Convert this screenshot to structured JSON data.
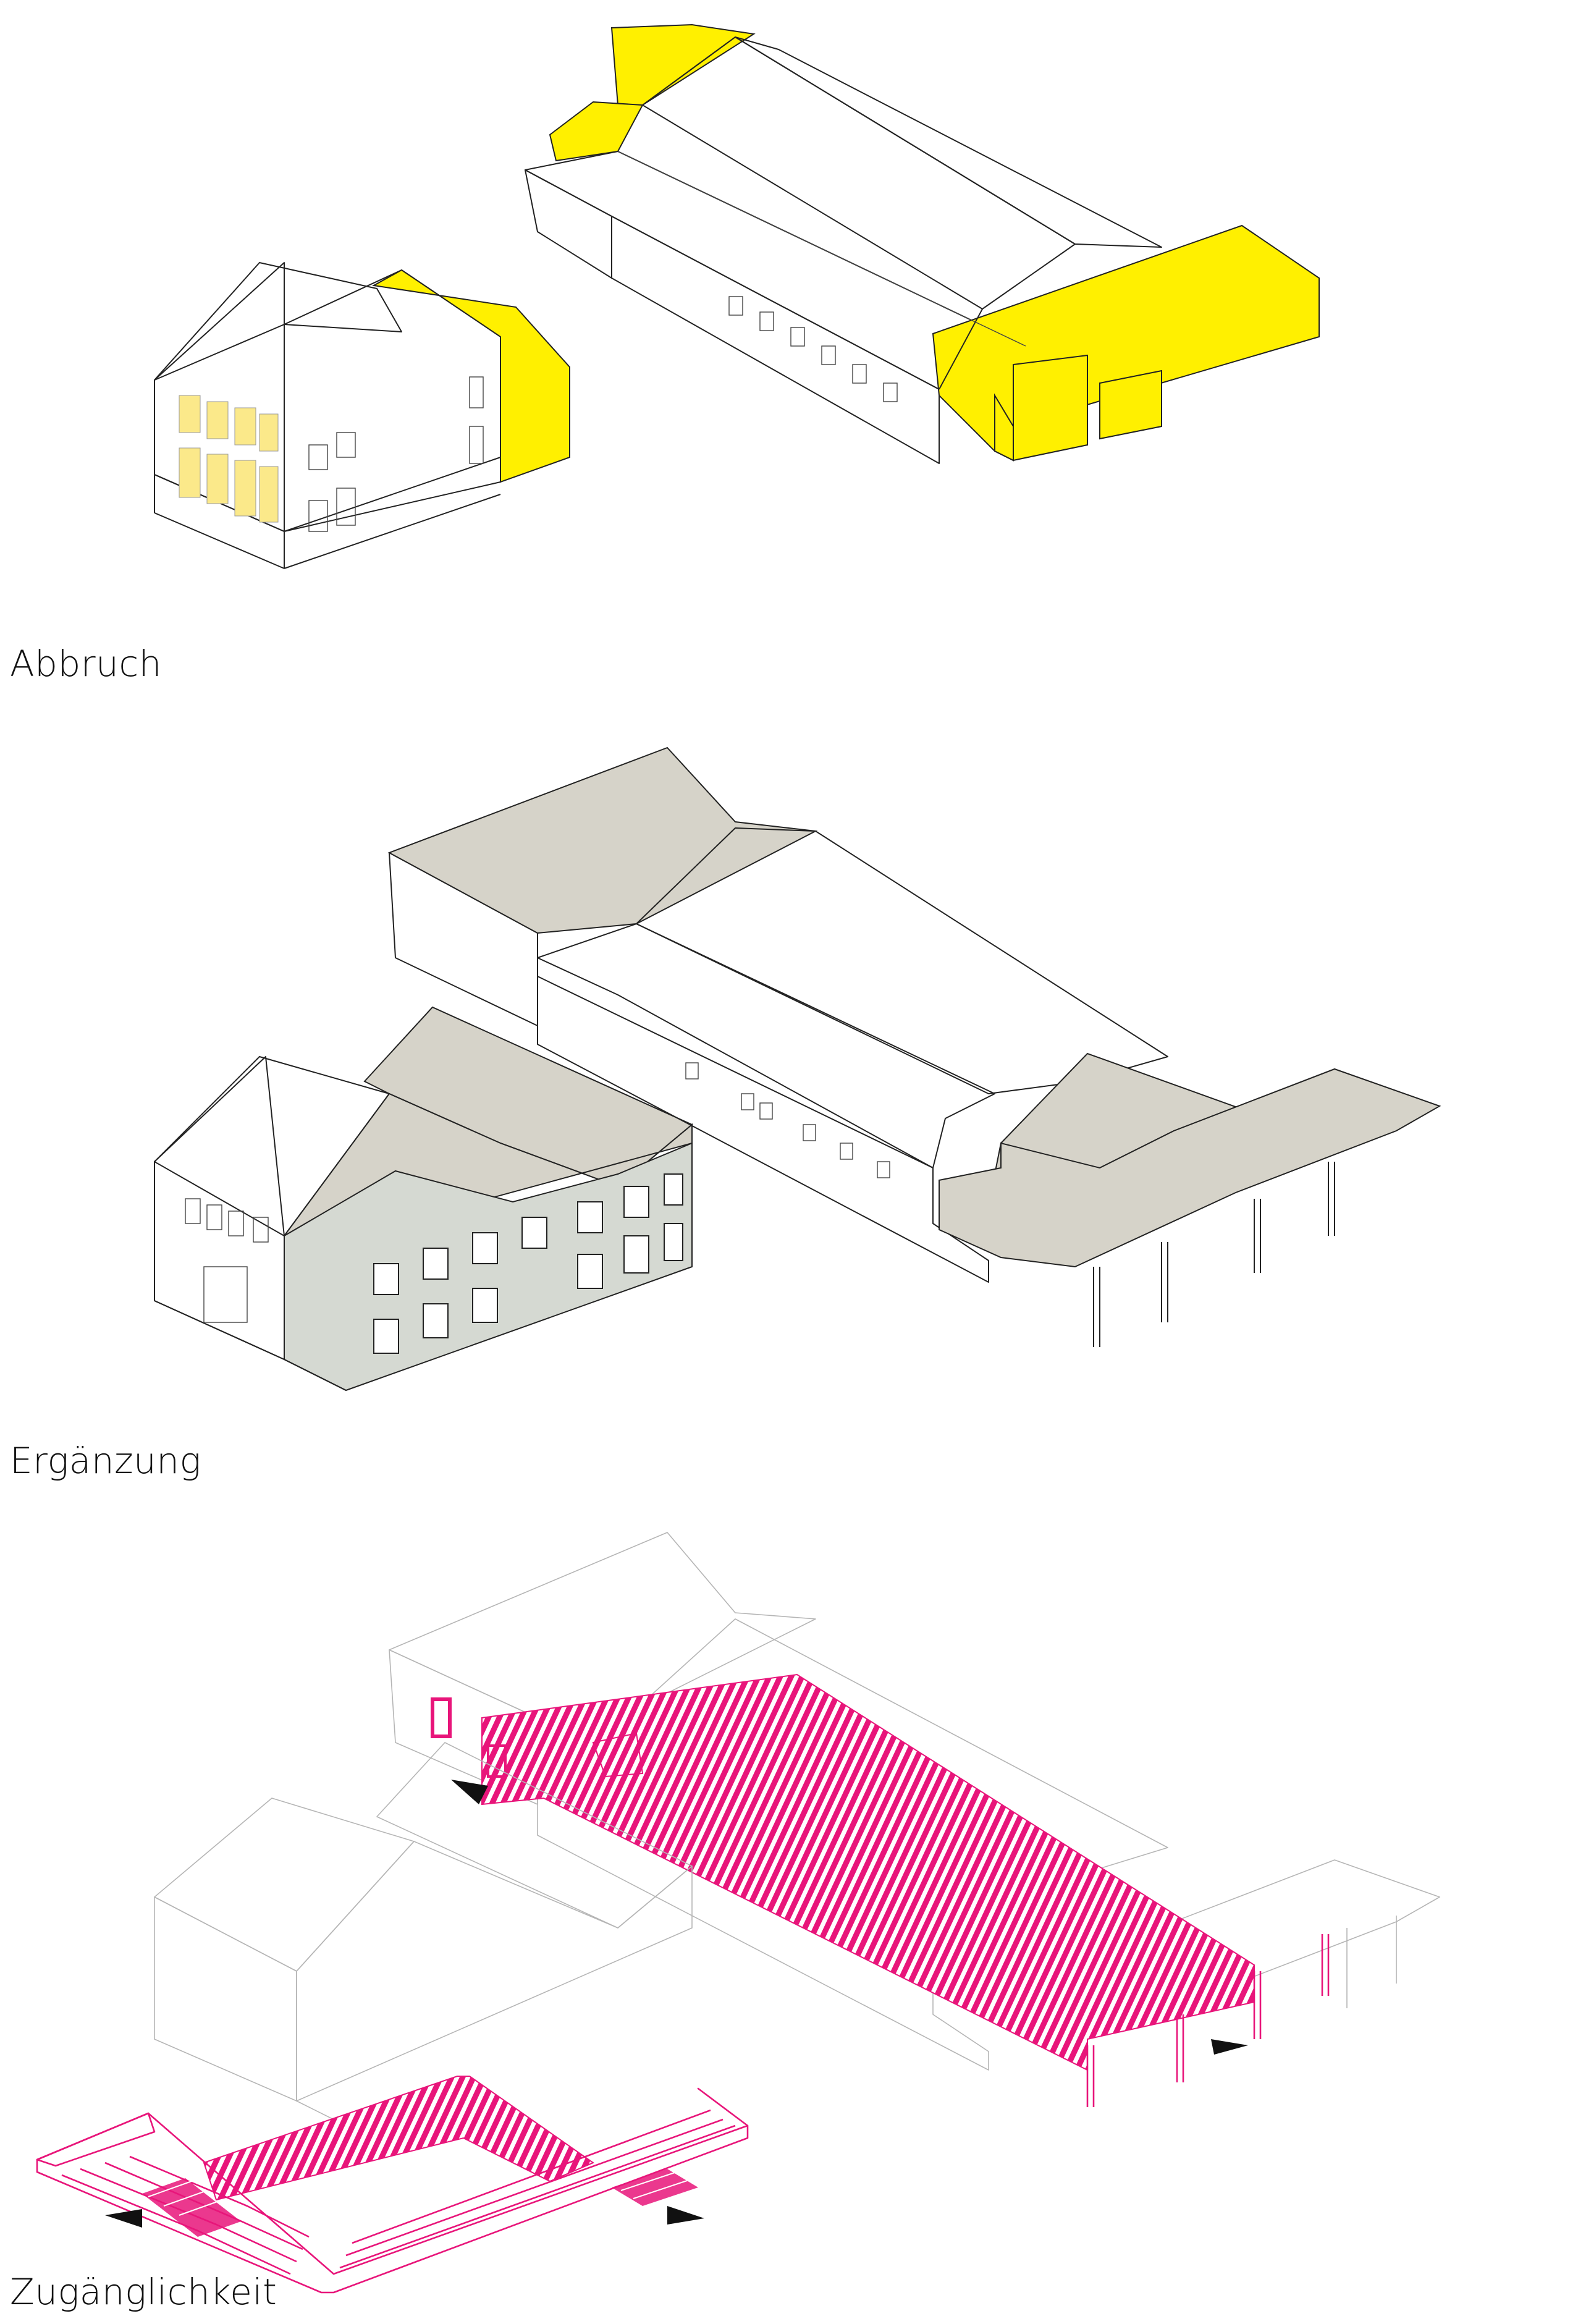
{
  "panels": [
    {
      "caption": "Abbruch"
    },
    {
      "caption": "Ergänzung"
    },
    {
      "caption": "Zugänglichkeit"
    }
  ],
  "colors": {
    "demolition": "#fff000",
    "demolition_windows": "#fbe98a",
    "addition_roof": "#d6d3c9",
    "addition_wall": "#d5d9d2",
    "accessibility": "#e8157a",
    "line": "#222222",
    "ghost_line": "#b5b5b5"
  }
}
